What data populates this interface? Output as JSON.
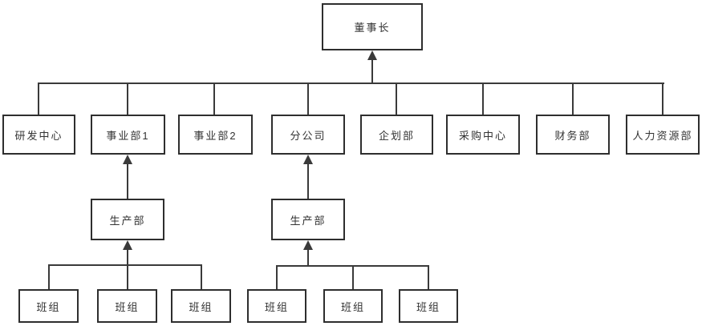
{
  "diagram": {
    "type": "organization-chart",
    "arrow_direction": "upward (subordinate to superior)",
    "colors": {
      "connector": "#3a3a3a",
      "node_border": "#2e2e2e",
      "node_fill": "#ffffff",
      "label_text": "#333333",
      "background": "#ffffff"
    },
    "nodes": {
      "chairman": "董事长",
      "departments": [
        "研发中心",
        "事业部1",
        "事业部2",
        "分公司",
        "企划部",
        "采购中心",
        "财务部",
        "人力资源部"
      ],
      "production_left": "生产部",
      "production_right": "生产部",
      "teams": [
        "班组",
        "班组",
        "班组",
        "班组",
        "班组",
        "班组"
      ]
    },
    "hierarchy": [
      {
        "parent": "董事长",
        "children": [
          "研发中心",
          "事业部1",
          "事业部2",
          "分公司",
          "企划部",
          "采购中心",
          "财务部",
          "人力资源部"
        ]
      },
      {
        "parent": "事业部1",
        "children": [
          "生产部"
        ]
      },
      {
        "parent": "分公司",
        "children": [
          "生产部"
        ]
      },
      {
        "parent": "生产部 (事业部1)",
        "children": [
          "班组",
          "班组",
          "班组"
        ]
      },
      {
        "parent": "生产部 (分公司)",
        "children": [
          "班组",
          "班组",
          "班组"
        ]
      }
    ]
  }
}
